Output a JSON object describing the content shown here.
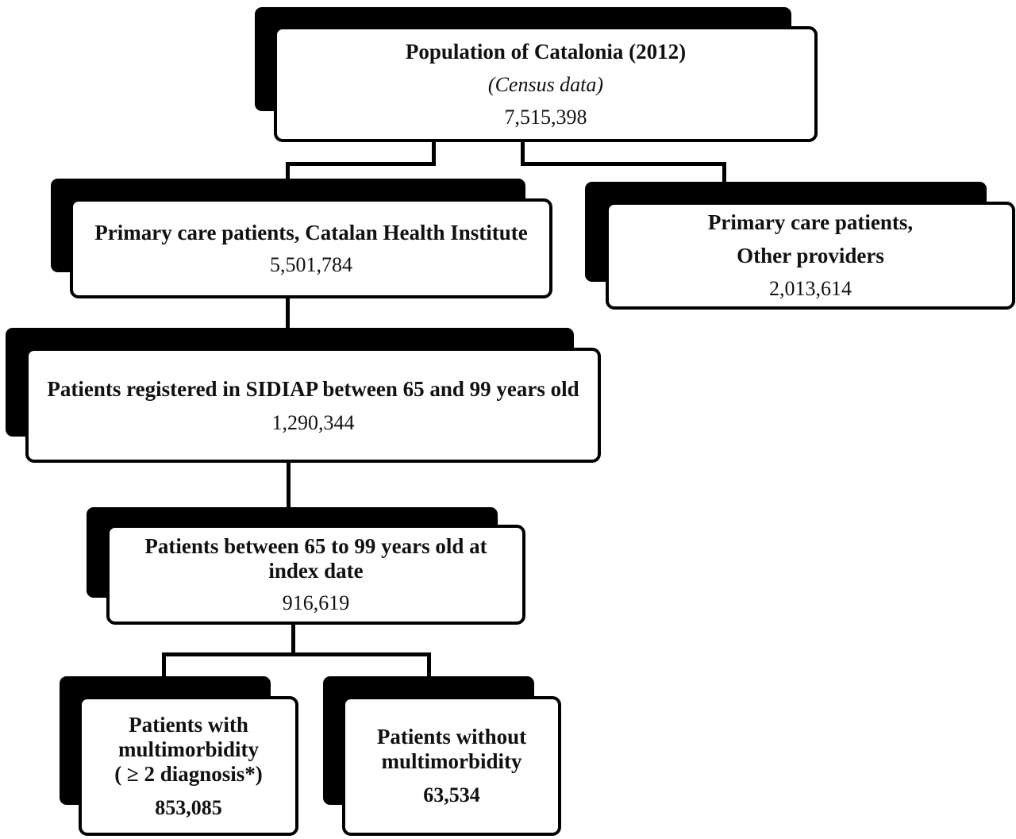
{
  "nodes": {
    "population": {
      "title": "Population of Catalonia (2012)",
      "subtitle": "(Census data)",
      "count": "7,515,398"
    },
    "ich": {
      "title": "Primary care patients, Catalan Health Institute",
      "count": "5,501,784"
    },
    "other": {
      "title_line1": "Primary care patients,",
      "title_line2": "Other providers",
      "count": "2,013,614"
    },
    "sidiap": {
      "title": "Patients registered in SIDIAP between 65 and 99 years old",
      "count": "1,290,344"
    },
    "index": {
      "title": "Patients between 65 to 99 years old at index date",
      "count": "916,619"
    },
    "multi": {
      "title": "Patients with multimorbidity",
      "criterion": "( ≥ 2 diagnosis*)",
      "count": "853,085"
    },
    "nomulti": {
      "title": "Patients without multimorbidity",
      "count": "63,534"
    }
  }
}
